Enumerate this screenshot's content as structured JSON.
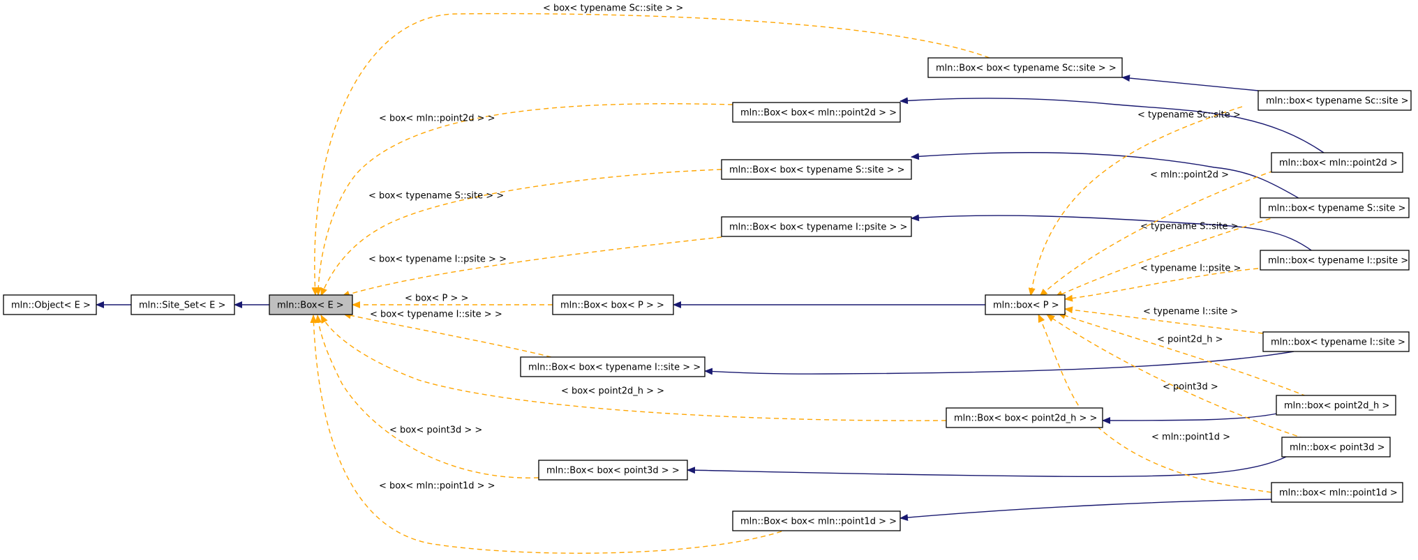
{
  "colors": {
    "inheritance_edge": "#191970",
    "template_edge": "#ffa500",
    "highlight_node": "#bfbfbf"
  },
  "nodes": {
    "object": "mln::Object< E >",
    "site_set": "mln::Site_Set< E >",
    "box_e": "mln::Box< E >",
    "box_box_sc_site": "mln::Box< box< typename Sc::site > >",
    "box_box_point2d": "mln::Box< box< mln::point2d > >",
    "box_box_s_site": "mln::Box< box< typename S::site > >",
    "box_box_i_psite": "mln::Box< box< typename I::psite > >",
    "box_box_p": "mln::Box< box< P > >",
    "box_box_i_site": "mln::Box< box< typename I::site > >",
    "box_box_point2d_h": "mln::Box< box< point2d_h > >",
    "box_box_point3d": "mln::Box< box< point3d > >",
    "box_box_point1d": "mln::Box< box< mln::point1d > >",
    "box_p": "mln::box< P >",
    "box_sc_site": "mln::box< typename Sc::site >",
    "box_point2d": "mln::box< mln::point2d >",
    "box_s_site": "mln::box< typename S::site >",
    "box_i_psite": "mln::box< typename I::psite >",
    "box_i_site": "mln::box< typename I::site >",
    "box_point2d_h": "mln::box< point2d_h >",
    "box_point3d": "mln::box< point3d >",
    "box_point1d": "mln::box< mln::point1d >"
  },
  "edge_labels": {
    "box_sc_site": "< box< typename Sc::site > >",
    "box_point2d": "< box< mln::point2d > >",
    "box_s_site": "< box< typename S::site > >",
    "box_i_psite": "< box< typename I::psite > >",
    "box_p": "< box< P > >",
    "box_i_site": "< box< typename I::site > >",
    "box_point2d_h": "< box< point2d_h > >",
    "box_point3d": "< box< point3d > >",
    "box_point1d": "< box< mln::point1d > >",
    "sc_site": "< typename Sc::site >",
    "point2d": "< mln::point2d >",
    "s_site": "< typename S::site >",
    "i_psite": "< typename I::psite >",
    "i_site": "< typename I::site >",
    "point2d_h": "< point2d_h >",
    "point3d": "< point3d >",
    "point1d": "< mln::point1d >"
  }
}
